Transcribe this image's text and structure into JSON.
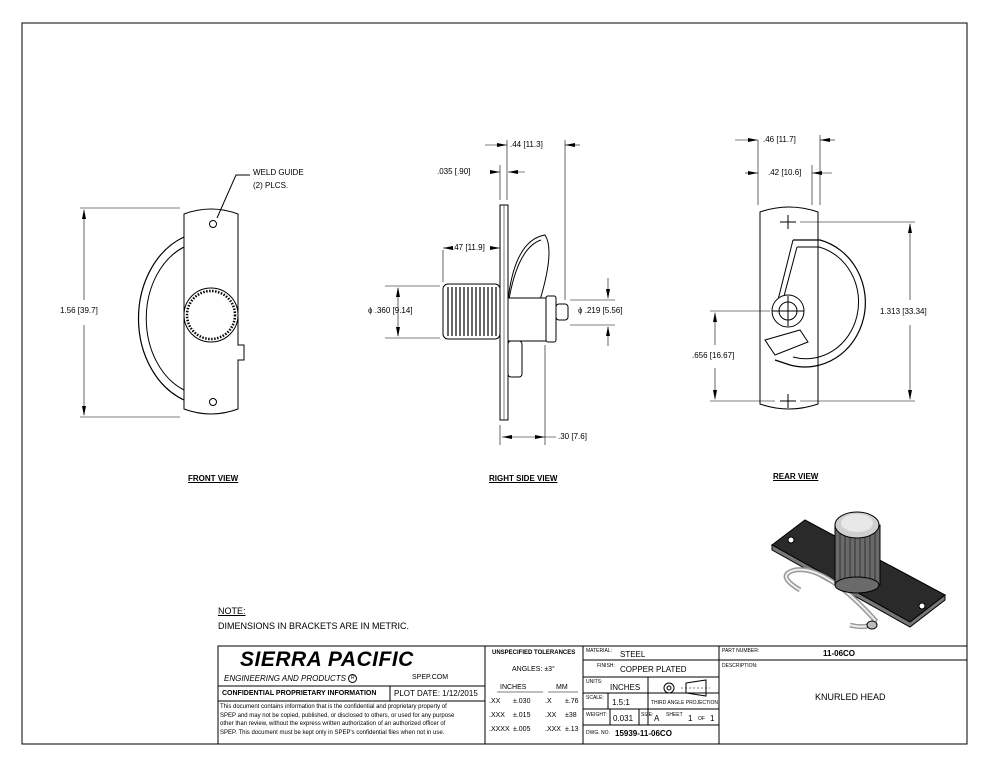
{
  "views": {
    "front": {
      "title": "FRONT VIEW",
      "weld_guide": "WELD GUIDE",
      "weld_guide_qty": "(2) PLCS.",
      "dim_height": "1.56",
      "dim_height_metric": "39.7"
    },
    "side": {
      "title": "RIGHT SIDE VIEW",
      "dim_top": ".44",
      "dim_top_metric": "11.3",
      "dim_plate": ".035",
      "dim_plate_metric": ".90",
      "dim_mid": ".47",
      "dim_mid_metric": "11.9",
      "dim_knob_dia": ".360",
      "dim_knob_dia_metric": "9.14",
      "dim_pin_dia": ".219",
      "dim_pin_dia_metric": "5.56",
      "dim_bottom": ".30",
      "dim_bottom_metric": "7.6",
      "diameter_symbol": "ϕ"
    },
    "rear": {
      "title": "REAR VIEW",
      "dim_top": ".46",
      "dim_top_metric": "11.7",
      "dim_second": ".42",
      "dim_second_metric": "10.6",
      "dim_height": "1.313",
      "dim_height_metric": "33.34",
      "dim_center": ".656",
      "dim_center_metric": "16.67"
    }
  },
  "notes": {
    "heading": "NOTE:",
    "text": "DIMENSIONS IN BRACKETS ARE IN METRIC."
  },
  "title_block": {
    "company": "SIERRA PACIFIC",
    "company_sub": "ENGINEERING AND PRODUCTS",
    "registered": "R",
    "website": "SPEP.COM",
    "confidential_heading": "CONFIDENTIAL PROPRIETARY INFORMATION",
    "plot_date_label": "PLOT DATE:",
    "plot_date": "1/12/2015",
    "confidential_text": [
      "This document contains information that is the confidential and proprietary property of",
      "SPEP and may not be copied, published, or disclosed to others, or used for any purpose",
      "other than review, without the express written authorization of an authorized officer of",
      "SPEP. This document must be kept only in SPEP's confidential files when not in use."
    ],
    "tolerances_heading": "UNSPECIFIED TOLERANCES",
    "angles_label": "ANGLES:",
    "angles_value": "±3°",
    "inches_label": "INCHES",
    "mm_label": "MM",
    "tol_rows": [
      {
        "in_fmt": ".XX",
        "in_tol": "±.030",
        "mm_fmt": ".X",
        "mm_tol": "±.76"
      },
      {
        "in_fmt": ".XXX",
        "in_tol": "±.015",
        "mm_fmt": ".XX",
        "mm_tol": "±38"
      },
      {
        "in_fmt": ".XXXX",
        "in_tol": "±.005",
        "mm_fmt": ".XXX",
        "mm_tol": "±.13"
      }
    ],
    "material_label": "MATERIAL:",
    "material": "STEEL",
    "finish_label": "FINISH:",
    "finish": "COPPER PLATED",
    "units_label": "UNITS:",
    "units": "INCHES",
    "scale_label": "SCALE:",
    "scale": "1.5:1",
    "projection_label": "THIRD ANGLE PROJECTION",
    "weight_label": "WEIGHT:",
    "weight": "0.031",
    "size_label": "SIZE:",
    "size": "A",
    "sheet_label": "SHEET",
    "sheet": "1",
    "of_label": "OF",
    "sheet_total": "1",
    "dwg_label": "DWG. NO.",
    "dwg_no": "15939-11-06CO",
    "part_number_label": "PART NUMBER:",
    "part_number": "11-06CO",
    "description_label": "DESCRIPTION:",
    "description": "KNURLED HEAD"
  }
}
